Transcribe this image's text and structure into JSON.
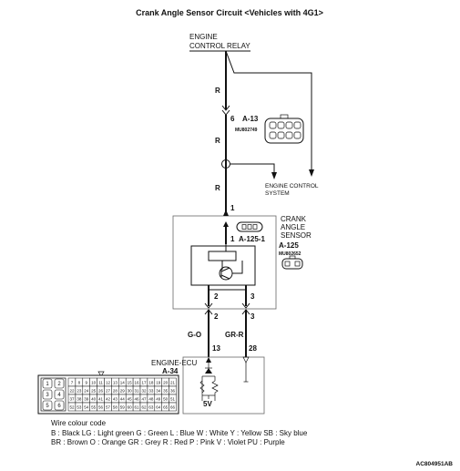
{
  "title": "Crank Angle Sensor Circuit <Vehicles with 4G1>",
  "relay": {
    "line1": "ENGINE",
    "line2": "CONTROL RELAY"
  },
  "wires": {
    "top": "R",
    "mid": "R",
    "lower": "R",
    "left": "G-O",
    "right": "GR-R"
  },
  "connector_a13": {
    "pin": "6",
    "name": "A-13",
    "part": "MU802749"
  },
  "junction": {
    "label": "1"
  },
  "engine_control_system": {
    "line1": "ENGINE CONTROL",
    "line2": "SYSTEM"
  },
  "sensor": {
    "line1": "CRANK",
    "line2": "ANGLE",
    "line3": "SENSOR",
    "pin_top": "1",
    "pin_top_inner": "1",
    "connector": "A-125-1",
    "connector2": "A-125",
    "part": "MU802652",
    "pin_left": "2",
    "pin_right": "3"
  },
  "harness": {
    "pin_left": "2",
    "pin_right": "3"
  },
  "ecu": {
    "line1": "ENGINE-ECU",
    "connector": "A-34",
    "pin_left": "13",
    "pin_right": "28",
    "voltage": "5V"
  },
  "ecu_connector_pins": {
    "row1": [
      "7",
      "8",
      "9",
      "10",
      "11",
      "12",
      "13",
      "14",
      "15",
      "16",
      "17",
      "18",
      "19",
      "20",
      "21"
    ],
    "row2": [
      "22",
      "23",
      "24",
      "25",
      "26",
      "27",
      "28",
      "29",
      "30",
      "31",
      "32",
      "33",
      "34",
      "35",
      "36"
    ],
    "row3": [
      "37",
      "38",
      "39",
      "40",
      "41",
      "42",
      "43",
      "44",
      "45",
      "46",
      "47",
      "48",
      "49",
      "50",
      "51"
    ],
    "row4": [
      "52",
      "53",
      "54",
      "55",
      "56",
      "57",
      "58",
      "59",
      "60",
      "61",
      "62",
      "63",
      "64",
      "65",
      "66"
    ],
    "cluster": [
      "1",
      "2",
      "3",
      "4",
      "5",
      "6"
    ]
  },
  "legend": {
    "heading": "Wire colour code",
    "line1": "B : Black   LG : Light green   G : Green   L : Blue   W : White   Y : Yellow   SB : Sky blue",
    "line2": "BR : Brown   O : Orange   GR : Grey   R : Red   P : Pink   V : Violet   PU : Purple"
  },
  "code": "AC804951AB"
}
